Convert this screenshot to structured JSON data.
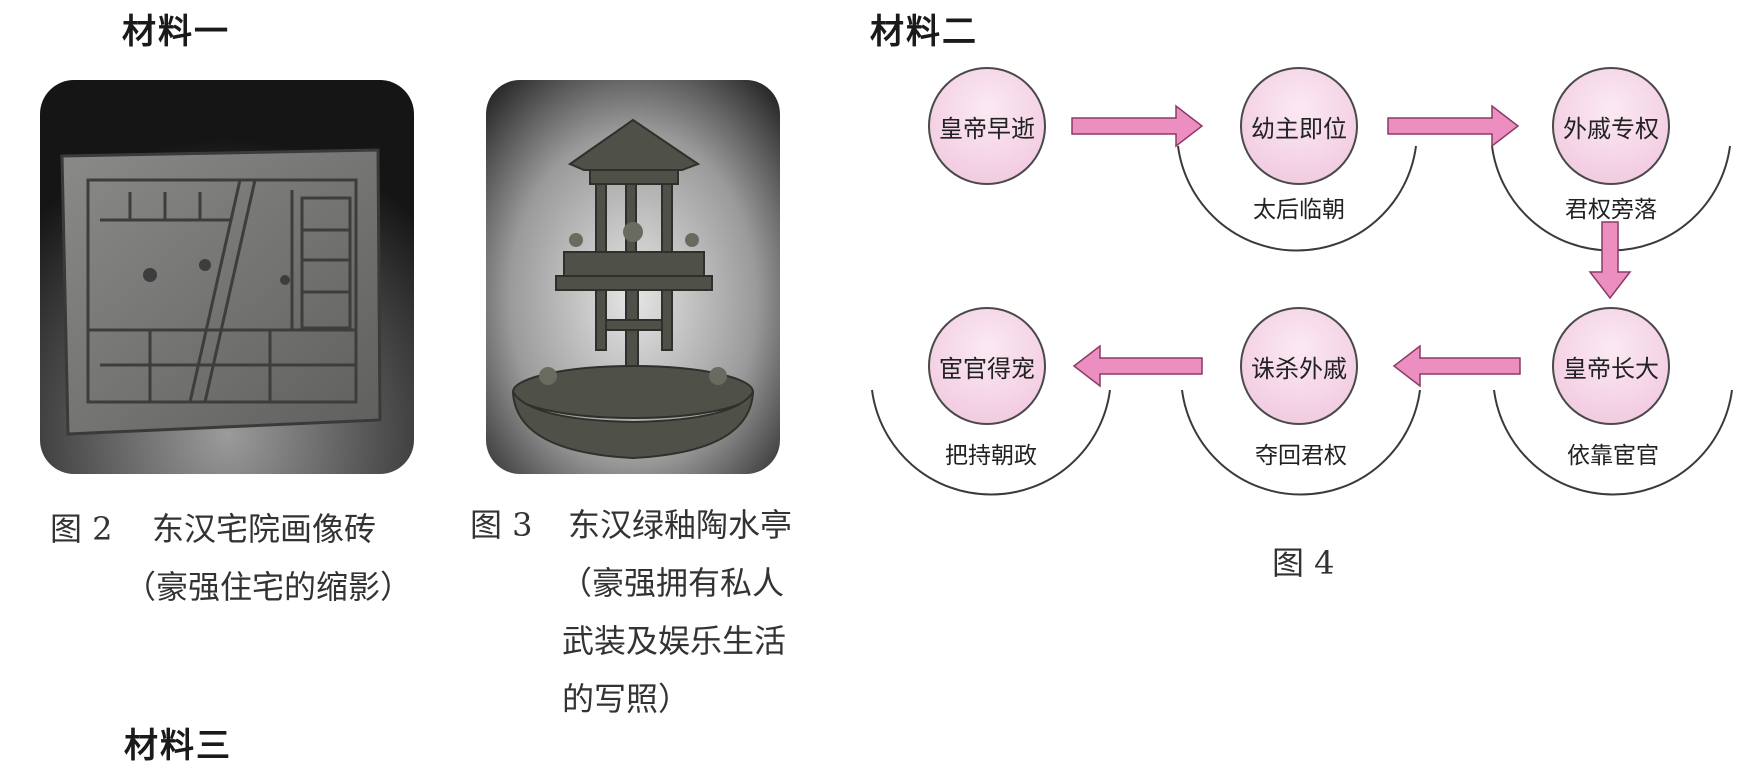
{
  "material1": {
    "heading": "材料一",
    "fig2": {
      "number": "图 2",
      "title": "东汉宅院画像砖",
      "subtitle": "（豪强住宅的缩影）"
    },
    "fig3": {
      "number": "图 3",
      "title": "东汉绿釉陶水亭",
      "desc_lines": [
        "（豪强拥有私人",
        "武装及娱乐生活",
        "的写照）"
      ]
    }
  },
  "material2": {
    "heading": "材料二",
    "fig4": {
      "number": "图 4"
    },
    "nodes": [
      {
        "label": "皇帝早逝",
        "sub": ""
      },
      {
        "label": "幼主即位",
        "sub": "太后临朝"
      },
      {
        "label": "外戚专权",
        "sub": "君权旁落"
      },
      {
        "label": "皇帝长大",
        "sub": "依靠宦官"
      },
      {
        "label": "诛杀外戚",
        "sub": "夺回君权"
      },
      {
        "label": "宦官得宠",
        "sub": "把持朝政"
      }
    ],
    "colors": {
      "node_fill": "#f3cfe3",
      "arrow": "#ec8fc0",
      "outline": "#4a4a4a"
    }
  },
  "material3": {
    "heading": "材料三"
  }
}
